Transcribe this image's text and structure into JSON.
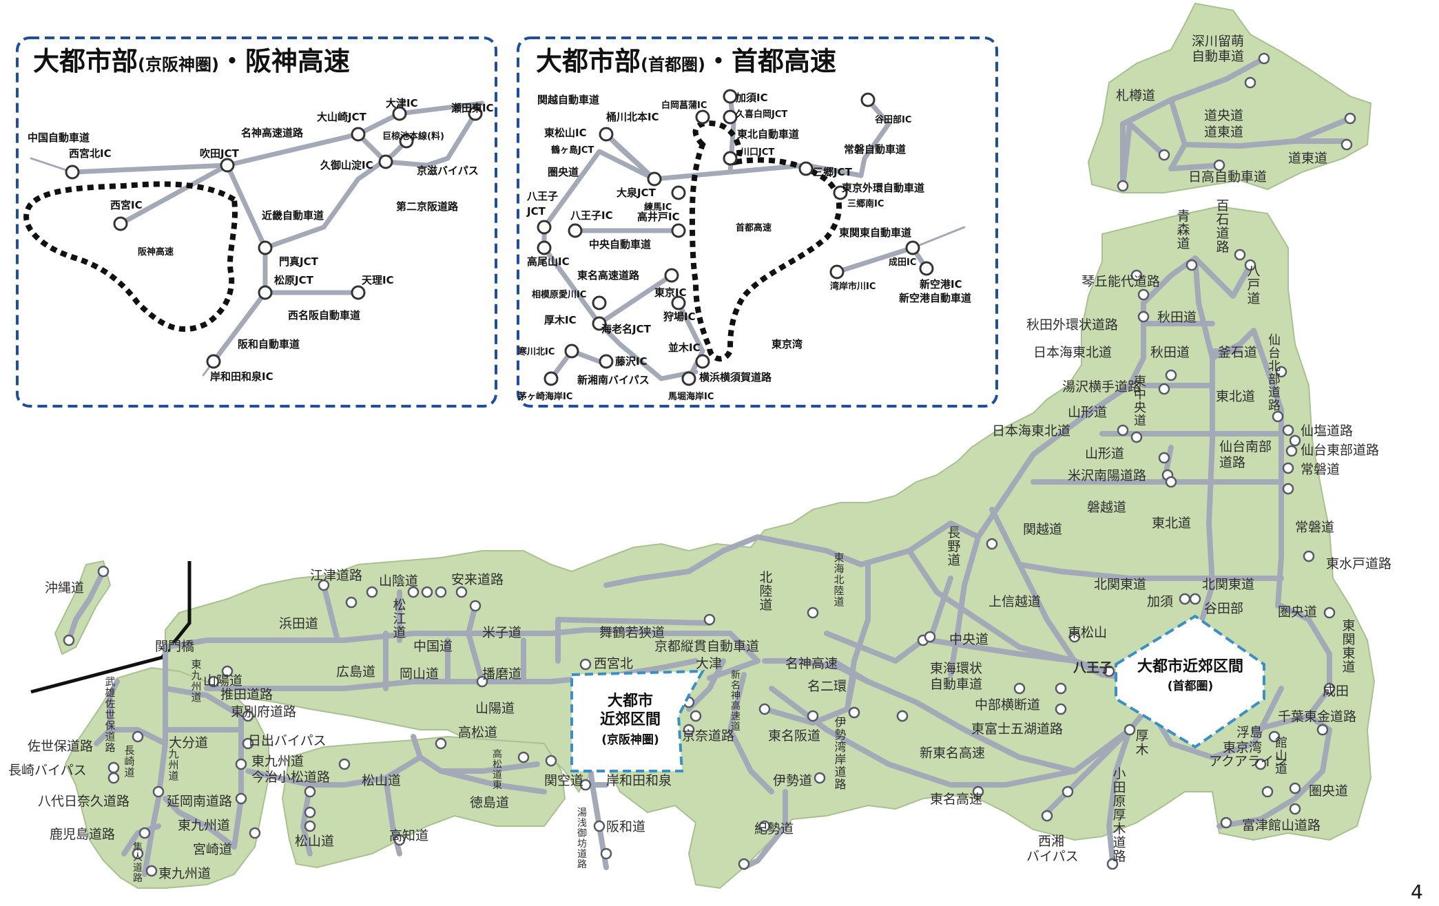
{
  "colors": {
    "land": "#c8dcb0",
    "road": "#a4a9b8",
    "frame_blue": "#1f4e9c",
    "zone_border": "#3a8fc7"
  },
  "page_number": "4",
  "inset_kansai": {
    "title_main": "大都市部",
    "title_paren": "(京阪神圏)",
    "title_tail": "・阪神高速",
    "loop_label": "阪神高速",
    "labels": {
      "chugoku": "中国自動車道",
      "nishinomiya_kita": "西宮北IC",
      "nishinomiya": "西宮IC",
      "suita": "吹田JCT",
      "meishin": "名神高速道路",
      "oyamazaki": "大山崎JCT",
      "otsu": "大津IC",
      "setaminami": "瀬田東IC",
      "kumiyama": "巨椋池本線(料)",
      "kuzeyamasaki": "久御山淀IC",
      "keiji": "京滋バイパス",
      "dainikeihan": "第二京阪道路",
      "kinki": "近畿自動車道",
      "kadoma": "門真JCT",
      "matsubara": "松原JCT",
      "tenri": "天理IC",
      "nishimeihan": "西名阪自動車道",
      "hanwa": "阪和自動車道",
      "kishiwada": "岸和田和泉IC"
    }
  },
  "inset_kanto": {
    "title_main": "大都市部",
    "title_paren": "(首都圏)",
    "title_tail": "・首都高速",
    "loop_label": "首都高速",
    "labels": {
      "kanetsu": "関越自動車道",
      "kawagoe": "鶴ヶ島JCT",
      "higashimatsuyama": "東松山IC",
      "okegawakita": "桶川北本IC",
      "shiraoka": "白岡菖蒲IC",
      "kazo": "加須IC",
      "kuki": "久喜白岡JCT",
      "tohoku": "東北自動車道",
      "kawaguchi": "川口JCT",
      "tsukuba": "谷田部IC",
      "joban": "常磐自動車道",
      "misato": "三郷JCT",
      "gaikan": "東京外環自動車道",
      "misatominami": "三郷南IC",
      "kenou": "圏央道",
      "hachioji_jct": "八王子\nJCT",
      "oizumi": "大泉JCT",
      "nerima": "練馬IC",
      "hachioji_ic": "八王子IC",
      "takaido": "高井戸IC",
      "chuo": "中央自動車道",
      "takao": "高尾山IC",
      "tomei": "東名高速道路",
      "sagamihara": "相模原愛川IC",
      "tokyo_ic": "東京IC",
      "atsugi": "厚木IC",
      "ebina": "海老名JCT",
      "karibaj": "狩場IC",
      "samukawa": "寒川北IC",
      "fujisawa": "藤沢IC",
      "shinshonan": "新湘南バイパス",
      "namiki": "並木IC",
      "yokoyoko": "横浜横須賀道路",
      "chigasaki": "茅ヶ崎海岸IC",
      "mabori": "馬堀海岸IC",
      "tokyowan": "東京湾",
      "higashikanto": "東関東自動車道",
      "narita": "成田IC",
      "wangan": "湾岸市川IC",
      "shinkuko": "新空港IC",
      "shinkukodo": "新空港自動車道"
    }
  },
  "zones": {
    "kansai": {
      "main": "大都市\n近郊区間",
      "sub": "(京阪神圏)"
    },
    "kanto": {
      "main": "大都市近郊区間",
      "sub": "(首都圏)"
    }
  },
  "labels": {
    "hokkaido": {
      "fukagawa": "深川留萌\n自動車道",
      "sapporo": "札樽道",
      "doou": "道央道",
      "doutou1": "道東道",
      "doutou2": "道東道",
      "hidaka": "日高自動車道"
    },
    "tohoku": {
      "aomori": "青\n森\n道",
      "hyakkoku": "百\n石\n道\n路",
      "hachinohe": "八\n戸\n道",
      "kotooka": "琴丘能代道路",
      "akita": "秋田道",
      "akitagaijo": "秋田外環状道路",
      "nihonkai": "日本海東北道",
      "akita2": "秋田道",
      "kamaishi": "釜石道",
      "sendai_hokubu": "仙\n台\n北\n部\n道\n路",
      "yuzawa": "湯沢横手道路",
      "tohokuchuo": "東\n中\n央\n道",
      "tohoku": "東北道",
      "yamagata": "山形道",
      "nihonkai2": "日本海東北道",
      "sendaikou": "仙塩道路",
      "sendaitobu": "仙台東部道路",
      "sendainanbu": "仙台南部\n道路",
      "yamagata2": "山形道",
      "joban": "常磐道",
      "yonezawa": "米沢南陽道路",
      "banetsu": "磐越道",
      "tohoku2": "東北道",
      "kanetsu": "関越道",
      "joban2": "常磐道",
      "higashimito": "東水戸道路",
      "nagano": "長\n野\n道"
    },
    "central": {
      "hokuriku": "北\n陸\n道",
      "tokaihokuriku": "東\n海\n北\n陸\n道",
      "kanetsu_hoku": "北関東道",
      "kitakanto2": "北関東道",
      "joshinetsu": "上信越道",
      "kazo": "加須",
      "yatabe": "谷田部",
      "kenou": "圏央道",
      "higashikanto": "東\n関\n東\n道",
      "higashimatsuyama": "東松山",
      "chuo": "中央道",
      "hachioji": "八王子",
      "tokaikanjo": "東海環状\n自動車道",
      "chubuoudan": "中部横断道",
      "shintomei": "新東名高速",
      "higashifuji": "東富士五湖道路",
      "atsugi": "厚\n木",
      "narita": "成田",
      "chibatogane": "千葉東金道路",
      "ukishima": "浮島",
      "aqualine": "東京湾\nアクアライン",
      "tateyama": "館\n山\n道",
      "kenou2": "圏央道",
      "futtsu": "富津館山道路",
      "tomei": "東名高速",
      "odawara": "小\n田\n原\n厚\n木\n道\n路",
      "seisho": "西湘\nバイパス",
      "meishin": "名神高速",
      "meinikan": "名二環",
      "tomeihansin": "東名阪道",
      "isewangan": "伊\n勢\n湾\n岸\n道\n路",
      "ise": "伊勢道",
      "kisei": "紀勢道",
      "shinmeishin": "新\n名\n神\n高\n速\n道",
      "kyoto_jukan": "京都縦貫自動車道",
      "maizuru": "舞鶴若狭道",
      "otsu": "大津",
      "nishinomiyakita": "西宮北",
      "keinawa": "京奈道路",
      "kansai_kuko": "関空道",
      "kishiwada": "岸和田和泉",
      "hanwa": "阪和道",
      "yuasa": "湯\n浅\n御\n坊\n道\n路"
    },
    "west": {
      "gotsu": "江津道路",
      "sanin": "山陰道",
      "yasugi": "安来道路",
      "hamada": "浜田道",
      "matsue": "松\n江\n道",
      "chugoku": "中国道",
      "yonago": "米子道",
      "kanmon": "関門橋",
      "hiroshima": "広島道",
      "okayama": "岡山道",
      "harima": "播磨道",
      "higashikyushu": "東\n九\n州\n道",
      "sanyo": "山陽道",
      "hamada2": "推田道路",
      "sanyo2": "山陽道",
      "higashibeppu": "東別府道路",
      "hiji": "日出バイパス",
      "takamatsu": "高松道",
      "kochi_toubu": "高\n松\n道\n東",
      "oita": "大分道",
      "nagasaki_takeo": "武\n雄\n佐\n世\n保\n道\n路",
      "sasebo": "佐世保道路",
      "nagasaki": "長\n崎\n道",
      "nagasakibp": "長崎バイパス",
      "kyushu": "九\n州\n道",
      "higashikyushu2": "東九州道",
      "imabari": "今治小松道路",
      "matsuyama": "松山道",
      "yatsushiro": "八代日奈久道路",
      "nobeoka": "延岡南道路",
      "tokushima": "徳島道",
      "higashikyushu3": "東九州道",
      "miyazaki": "宮崎道",
      "kagoshima": "鹿児島道路",
      "matsuyama2": "松山道",
      "kochi": "高知道",
      "hayato": "隼\n人\n道\n路",
      "higashikyushu4": "東九州道",
      "okinawa": "沖縄道"
    }
  }
}
